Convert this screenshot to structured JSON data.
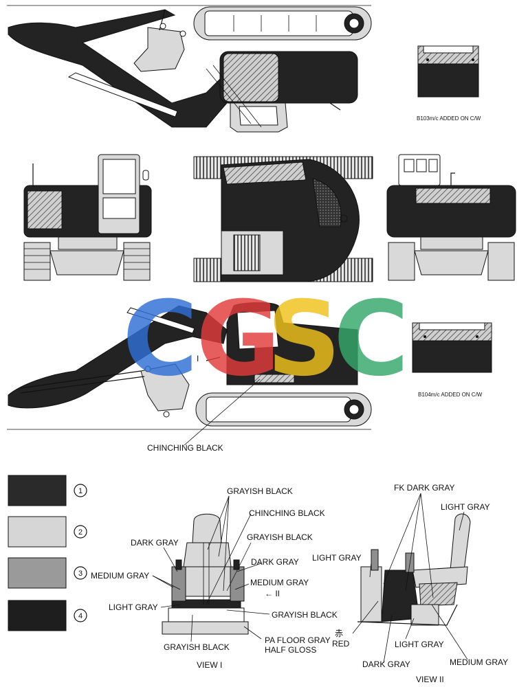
{
  "notes": {
    "b103": "B103m/c ADDED ON C/W",
    "b104": "B104m/c ADDED ON C/W"
  },
  "view_marker_1": "I",
  "view_marker_2": "II",
  "callout_chinching": "CHINCHING BLACK",
  "legend": [
    {
      "num": "1",
      "color": "#2a2a2a"
    },
    {
      "num": "2",
      "color": "#d6d6d6"
    },
    {
      "num": "3",
      "color": "#9a9a9a"
    },
    {
      "num": "4",
      "color": "#1e1e1e"
    }
  ],
  "view1": {
    "title": "VIEW I",
    "labels": {
      "grayish_black_top": "GRAYISH BLACK",
      "chinching_black": "CHINCHING BLACK",
      "grayish_black_mid": "GRAYISH BLACK",
      "dark_gray_left": "DARK GRAY",
      "dark_gray_right": "DARK GRAY",
      "medium_gray_left": "MEDIUM GRAY",
      "medium_gray_right": "MEDIUM GRAY",
      "light_gray": "LIGHT GRAY",
      "grayish_black_right": "GRAYISH BLACK",
      "grayish_black_bottom": "GRAYISH BLACK",
      "pa_floor_1": "PA FLOOR GRAY",
      "pa_floor_2": "HALF GLOSS",
      "arrow_ii": "← II"
    }
  },
  "view2": {
    "title": "VIEW II",
    "labels": {
      "fk_dark_gray": "FK DARK GRAY",
      "light_gray_top": "LIGHT GRAY",
      "light_gray_left": "LIGHT GRAY",
      "red_jp": "赤",
      "red": "RED",
      "light_gray_bottom": "LIGHT GRAY",
      "dark_gray": "DARK GRAY",
      "medium_gray": "MEDIUM GRAY"
    }
  },
  "watermark": {
    "letters": [
      "C",
      "G",
      "S",
      "C"
    ],
    "colors": [
      "#2f6fd6",
      "#e23b3b",
      "#f0c21b",
      "#35a86b"
    ]
  }
}
